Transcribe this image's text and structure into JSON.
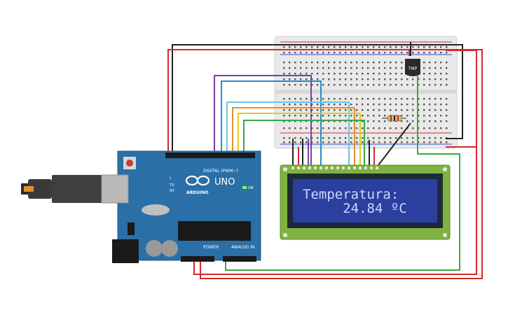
{
  "arduino": {
    "uno_label": "UNO",
    "brand": "ARDUINO",
    "digital_label": "DIGITAL (PWM~)",
    "power_label": "POWER",
    "analog_label": "ANALOG IN",
    "on_label": "ON",
    "tx_label": "TX",
    "rx_label": "RX",
    "l_label": "L"
  },
  "sensor": {
    "label": "TMP"
  },
  "lcd": {
    "line1": "Temperatura:",
    "line2": "     24.84 ºC"
  },
  "colors": {
    "board": "#2a6fa8",
    "lcd_body": "#7fb341",
    "lcd_screen": "#2b3f9e",
    "wire_red": "#d42a2a",
    "wire_black": "#222222",
    "wire_purple": "#7b3fa0",
    "wire_blue": "#2a8cc7",
    "wire_lightblue": "#6cc4e8",
    "wire_orange": "#e0902a",
    "wire_yellow": "#e8c620",
    "wire_green": "#3aa845"
  }
}
